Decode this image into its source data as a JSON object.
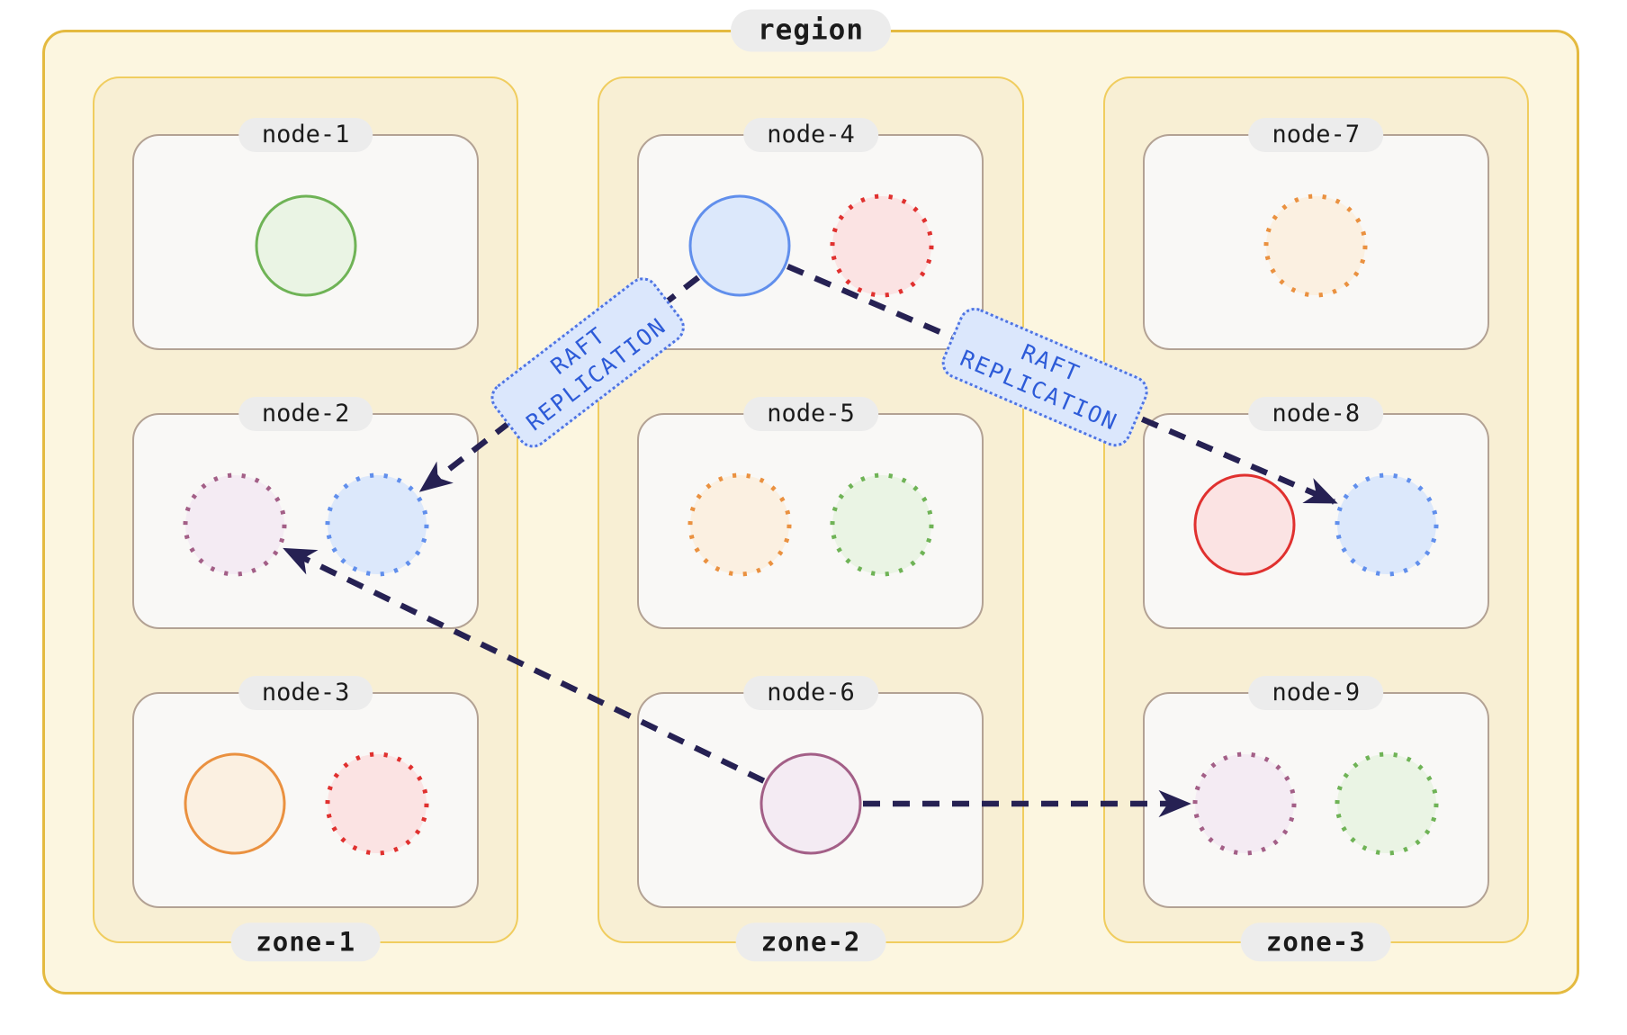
{
  "diagram": {
    "region": {
      "label": "region",
      "zones": [
        {
          "label": "zone-1",
          "nodes": [
            {
              "label": "node-1",
              "replicas": [
                {
                  "color": "green",
                  "style": "solid"
                }
              ]
            },
            {
              "label": "node-2",
              "replicas": [
                {
                  "color": "purple",
                  "style": "dashed"
                },
                {
                  "color": "blue",
                  "style": "dashed"
                }
              ]
            },
            {
              "label": "node-3",
              "replicas": [
                {
                  "color": "orange",
                  "style": "solid"
                },
                {
                  "color": "red",
                  "style": "dashed"
                }
              ]
            }
          ]
        },
        {
          "label": "zone-2",
          "nodes": [
            {
              "label": "node-4",
              "replicas": [
                {
                  "color": "blue",
                  "style": "solid"
                },
                {
                  "color": "red",
                  "style": "dashed"
                }
              ]
            },
            {
              "label": "node-5",
              "replicas": [
                {
                  "color": "orange",
                  "style": "dashed"
                },
                {
                  "color": "green",
                  "style": "dashed"
                }
              ]
            },
            {
              "label": "node-6",
              "replicas": [
                {
                  "color": "purple",
                  "style": "solid"
                }
              ]
            }
          ]
        },
        {
          "label": "zone-3",
          "nodes": [
            {
              "label": "node-7",
              "replicas": [
                {
                  "color": "orange",
                  "style": "dashed"
                }
              ]
            },
            {
              "label": "node-8",
              "replicas": [
                {
                  "color": "red",
                  "style": "solid"
                },
                {
                  "color": "blue",
                  "style": "dashed"
                }
              ]
            },
            {
              "label": "node-9",
              "replicas": [
                {
                  "color": "purple",
                  "style": "dashed"
                },
                {
                  "color": "green",
                  "style": "dashed"
                }
              ]
            }
          ]
        }
      ]
    },
    "arrows": [
      {
        "from": {
          "node": "node-4",
          "replica": 0
        },
        "to": {
          "node": "node-2",
          "replica": 1
        },
        "label": "RAFT\nREPLICATION",
        "label_t": 0.4
      },
      {
        "from": {
          "node": "node-4",
          "replica": 0
        },
        "to": {
          "node": "node-8",
          "replica": 1
        },
        "label": "RAFT\nREPLICATION",
        "label_t": 0.47
      },
      {
        "from": {
          "node": "node-6",
          "replica": 0
        },
        "to": {
          "node": "node-2",
          "replica": 0
        },
        "label": null
      },
      {
        "from": {
          "node": "node-6",
          "replica": 0
        },
        "to": {
          "node": "node-9",
          "replica": 0
        },
        "label": null
      }
    ],
    "colors": {
      "region_bg": "#fcf6e0",
      "region_border": "#e4ba40",
      "zone_bg": "#f8efd4",
      "zone_border": "#f0cd5f",
      "node_bg": "#f9f8f6",
      "node_border": "#b3a294",
      "pill_bg": "#ececec",
      "pill_text": "#1b1b1b",
      "arrow": "#262153",
      "raft_label_bg": "#dbe7fc",
      "raft_label_border": "#4f74e3",
      "raft_label_text": "#2d5bd8",
      "replica_palette": {
        "green": {
          "stroke": "#6fb356",
          "fill": "#eaf4e4"
        },
        "blue": {
          "stroke": "#618fec",
          "fill": "#dce8fb"
        },
        "red": {
          "stroke": "#e0312f",
          "fill": "#fbe3e3"
        },
        "orange": {
          "stroke": "#ea9140",
          "fill": "#fbf0e1"
        },
        "purple": {
          "stroke": "#a35f87",
          "fill": "#f4ebf3"
        }
      }
    }
  }
}
